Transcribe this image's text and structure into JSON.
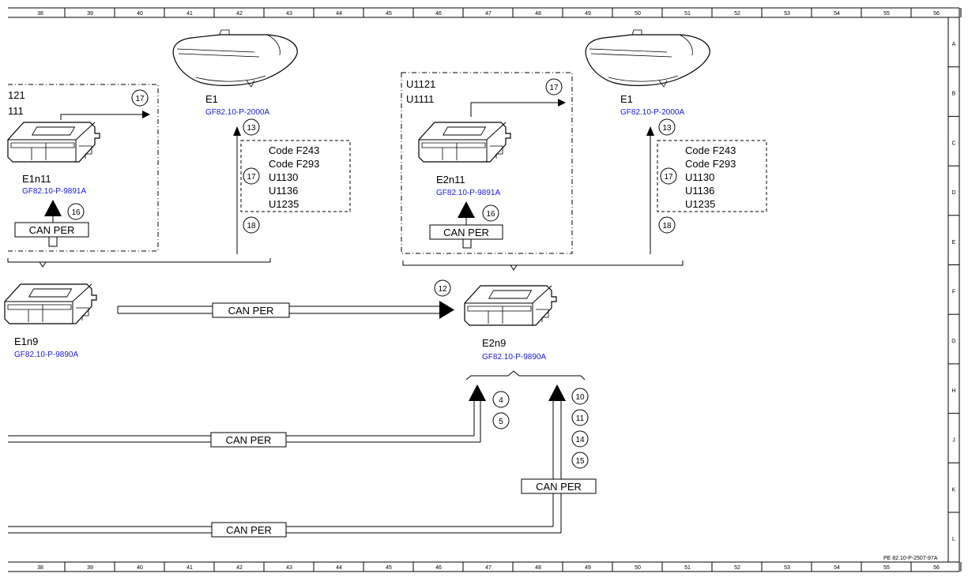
{
  "grid": {
    "columns": [
      "38",
      "39",
      "40",
      "41",
      "42",
      "43",
      "44",
      "45",
      "46",
      "47",
      "48",
      "49",
      "50",
      "51",
      "52",
      "53",
      "54",
      "55",
      "56"
    ],
    "rows": [
      "A",
      "B",
      "C",
      "D",
      "E",
      "F",
      "G",
      "H",
      "J",
      "K",
      "L"
    ]
  },
  "reference": "PE 82.10-P-2507-97A",
  "left_group": {
    "codes": [
      "121",
      "111"
    ],
    "module_label": "E1n11",
    "module_link": "GF82.10-P-9891A",
    "bus_label": "CAN PER",
    "callout_out": "17",
    "callout_in": "16"
  },
  "right_group": {
    "codes": [
      "U1121",
      "U1111"
    ],
    "module_label": "E2n11",
    "module_link": "GF82.10-P-9891A",
    "bus_label": "CAN PER",
    "callout_out": "17",
    "callout_in": "16"
  },
  "left_headlamp": {
    "label": "E1",
    "link": "GF82.10-P-2000A",
    "callout_top": "13",
    "callout_mid": "17",
    "callout_bottom": "18",
    "codes": [
      "Code F243",
      "Code F293",
      "U1130",
      "U1136",
      "U1235"
    ]
  },
  "right_headlamp": {
    "label": "E1",
    "link": "GF82.10-P-2000A",
    "callout_top": "13",
    "callout_mid": "17",
    "callout_bottom": "18",
    "codes": [
      "Code F243",
      "Code F293",
      "U1130",
      "U1136",
      "U1235"
    ]
  },
  "sam_left": {
    "label": "E1n9",
    "link": "GF82.10-P-9890A"
  },
  "sam_right": {
    "label": "E2n9",
    "link": "GF82.10-P-9890A",
    "callout": "12"
  },
  "buses": {
    "main": "CAN PER",
    "lower1": "CAN PER",
    "lower2": "CAN PER",
    "lower3": "CAN PER"
  },
  "input_callouts_a": [
    "4",
    "5"
  ],
  "input_callouts_b": [
    "10",
    "11",
    "14",
    "15"
  ]
}
